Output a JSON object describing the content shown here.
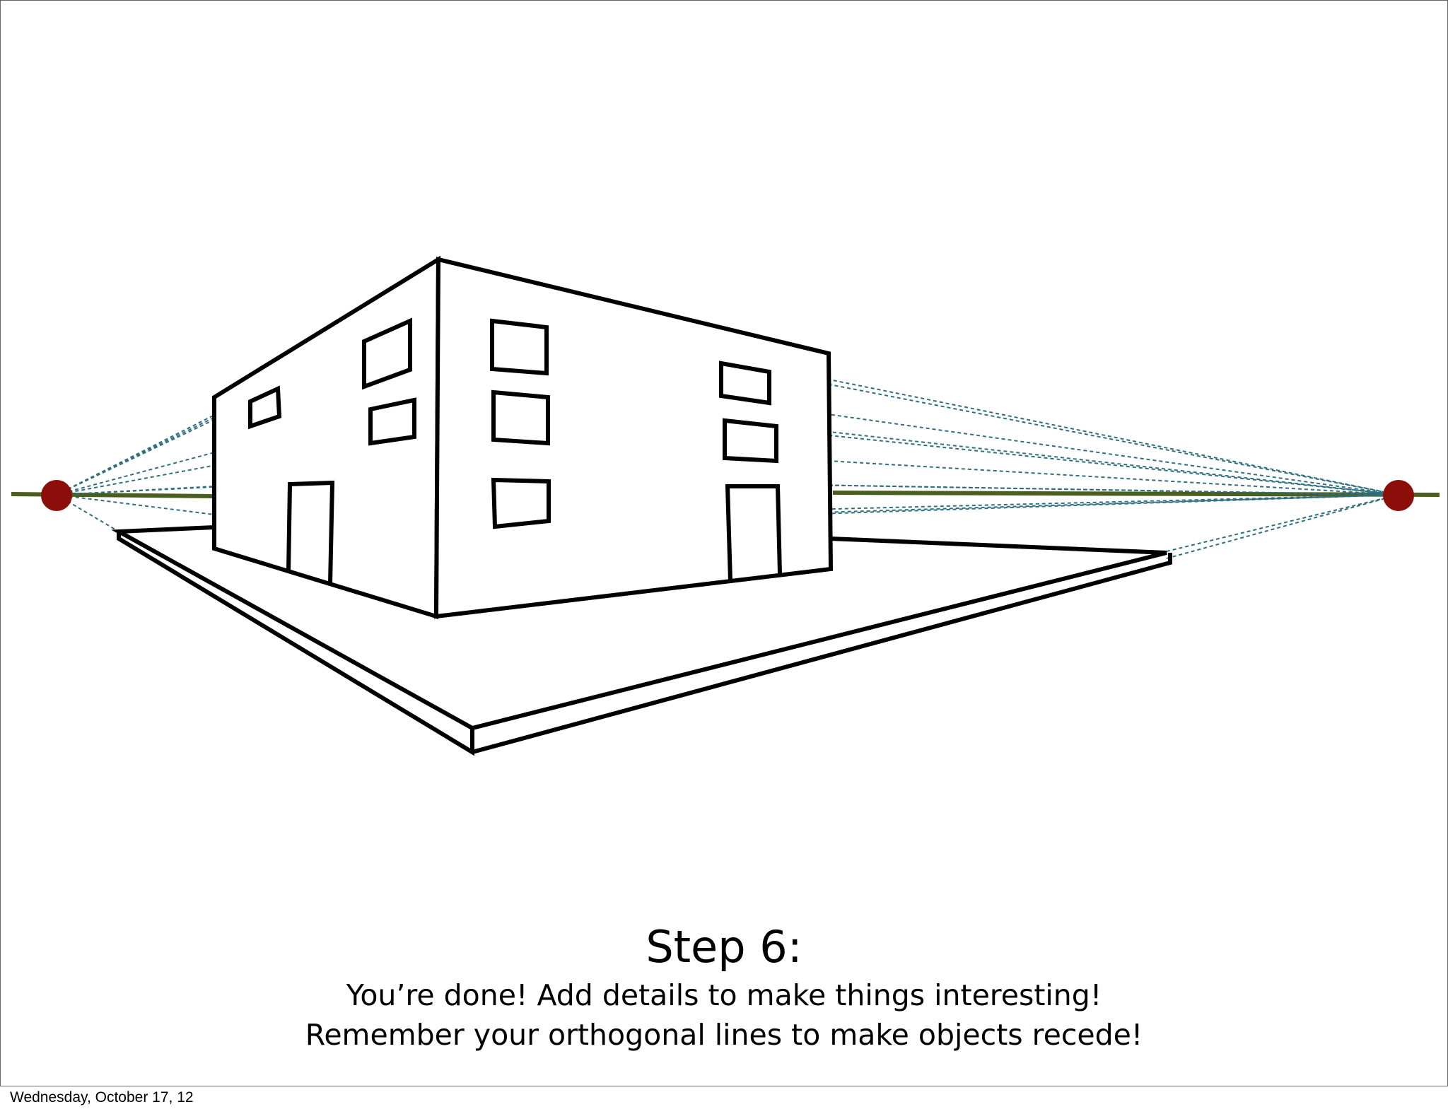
{
  "slide": {
    "title": "Step 6:",
    "line1": "You’re done! Add details to make things interesting!",
    "line2": "Remember your orthogonal lines to make objects recede!",
    "footer": "Wednesday, October 17, 12"
  },
  "colors": {
    "vanishing_point": "#8b0e0a",
    "horizon_line": "#4a5e1e",
    "orthogonal_line": "#2f6f7f",
    "outline": "#000000"
  }
}
